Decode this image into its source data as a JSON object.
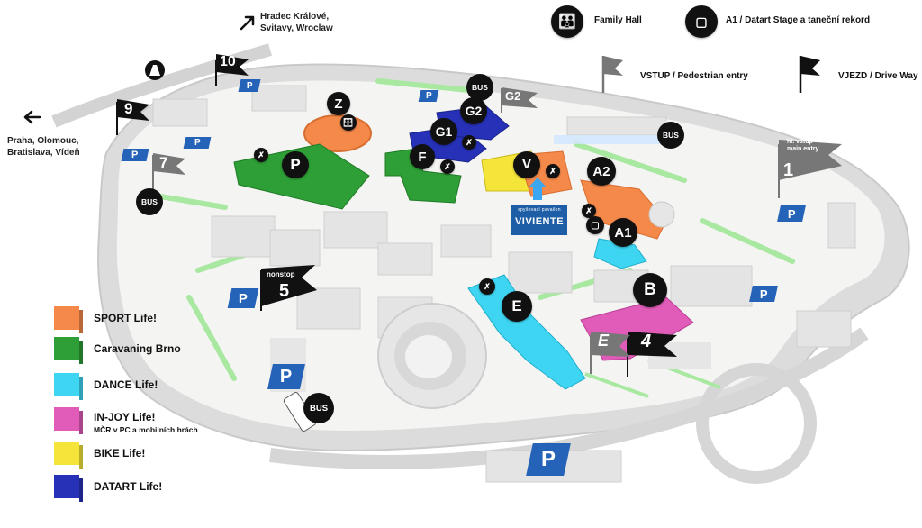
{
  "directions": {
    "north_east": "Hradec Králové,\nSvitavy, Wroclaw",
    "west": "Praha, Olomouc,\nBratislava, Vídeň"
  },
  "top_legend": {
    "family_hall": "Family Hall",
    "stage": "A1 / Datart Stage a taneční rekord",
    "pedestrian": "VSTUP / Pedestrian entry",
    "driveway": "VJEZD / Drive Way"
  },
  "legend": [
    {
      "label": "SPORT Life!",
      "sub": "",
      "color": "#f4894a"
    },
    {
      "label": "Caravaning Brno",
      "sub": "",
      "color": "#2e9e36"
    },
    {
      "label": "DANCE Life!",
      "sub": "",
      "color": "#3ed5f2"
    },
    {
      "label": "IN-JOY Life!",
      "sub": "MČR v PC a mobilních hrách",
      "color": "#e05cb8"
    },
    {
      "label": "BIKE Life!",
      "sub": "",
      "color": "#f5e53a"
    },
    {
      "label": "DATART Life!",
      "sub": "",
      "color": "#2631b8"
    }
  ],
  "halls": {
    "Z": "Z",
    "P": "P",
    "F": "F",
    "G1": "G1",
    "G2": "G2",
    "V": "V",
    "A2": "A2",
    "A1": "A1",
    "B": "B",
    "E": "E"
  },
  "gates": {
    "g1": "1",
    "g4": "4",
    "g5": "5",
    "g7": "7",
    "g9": "9",
    "g10": "10",
    "gE": "E",
    "gG2": "G2",
    "main_entry": "hl. vstup\nmain entry",
    "nonstop": "nonstop"
  },
  "bus_label": "BUS",
  "parking_label": "P",
  "viviente": {
    "top": "spyšovací pavailon",
    "name": "VIVIENTE"
  }
}
